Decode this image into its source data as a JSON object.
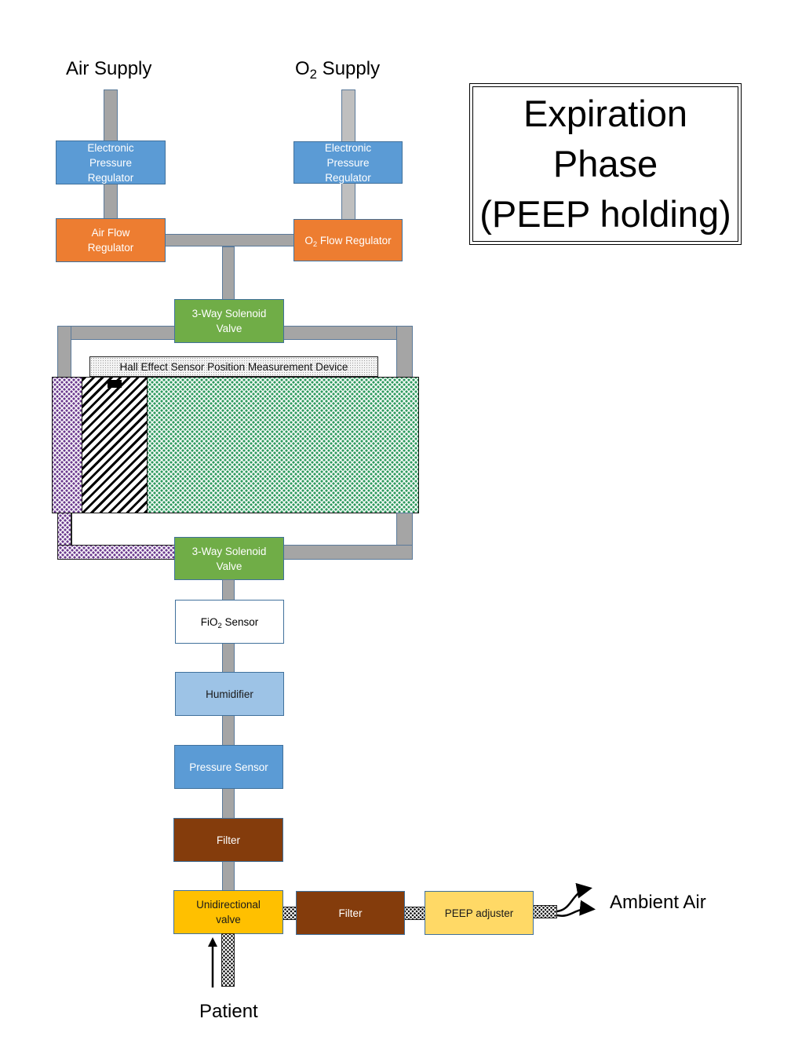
{
  "title": {
    "lines": [
      "Expiration",
      "Phase",
      "(PEEP holding)"
    ]
  },
  "sources": {
    "air": "Air Supply",
    "o2_prefix": "O",
    "o2_sub": "2",
    "o2_suffix": " Supply"
  },
  "components": {
    "air_pressure_regulator": [
      "Electronic",
      "Pressure",
      "Regulator"
    ],
    "o2_pressure_regulator": [
      "Electronic",
      "Pressure",
      "Regulator"
    ],
    "air_flow_regulator": [
      "Air Flow",
      "Regulator"
    ],
    "o2_flow_regulator": {
      "prefix": "O",
      "sub": "2",
      "suffix": " Flow Regulator"
    },
    "solenoid_top": [
      "3-Way Solenoid",
      "Valve"
    ],
    "hall_sensor": "Hall Effect Sensor Position Measurement Device",
    "solenoid_bottom": [
      "3-Way Solenoid",
      "Valve"
    ],
    "fio2_sensor": {
      "prefix": "FiO",
      "sub": "2",
      "suffix": " Sensor"
    },
    "humidifier": "Humidifier",
    "pressure_sensor": "Pressure Sensor",
    "filter_main": "Filter",
    "unidirectional_valve": [
      "Unidirectional",
      "valve"
    ],
    "filter_exhaust": "Filter",
    "peep_adjuster": "PEEP adjuster"
  },
  "endpoints": {
    "ambient": "Ambient Air",
    "patient": "Patient"
  },
  "colors": {
    "pressure_regulator": "#5B9BD5",
    "flow_regulator": "#ED7D31",
    "solenoid": "#70AD47",
    "humidifier": "#9DC3E6",
    "filter": "#843C0C",
    "unidirectional_valve": "#FFC000",
    "peep_adjuster": "#FFD966",
    "pipe": "#A5A5A5",
    "o2_pipe": "#BFBFBF",
    "exhaled_gas": "#6B3A8E",
    "fresh_gas": "#2E9A5E"
  }
}
